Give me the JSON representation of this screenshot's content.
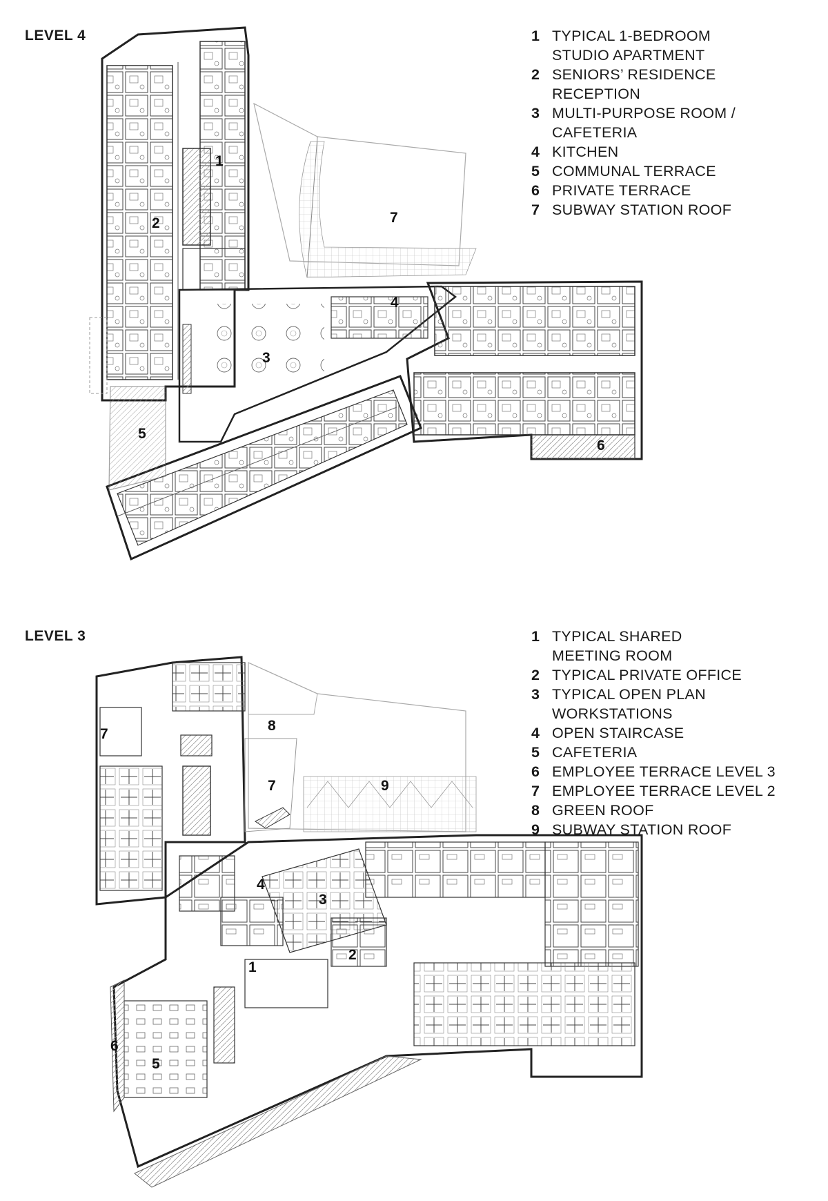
{
  "level4": {
    "title": "LEVEL 4",
    "legend": [
      {
        "num": "1",
        "text": "TYPICAL 1-BEDROOM\nSTUDIO APARTMENT"
      },
      {
        "num": "2",
        "text": "SENIORS’ RESIDENCE\nRECEPTION"
      },
      {
        "num": "3",
        "text": "MULTI-PURPOSE ROOM /\nCAFETERIA"
      },
      {
        "num": "4",
        "text": "KITCHEN"
      },
      {
        "num": "5",
        "text": "COMMUNAL TERRACE"
      },
      {
        "num": "6",
        "text": "PRIVATE TERRACE"
      },
      {
        "num": "7",
        "text": "SUBWAY STATION ROOF"
      }
    ],
    "plan_labels": [
      "1",
      "2",
      "3",
      "4",
      "5",
      "6",
      "7"
    ]
  },
  "level3": {
    "title": "LEVEL 3",
    "legend": [
      {
        "num": "1",
        "text": "TYPICAL SHARED\nMEETING ROOM"
      },
      {
        "num": "2",
        "text": "TYPICAL PRIVATE OFFICE"
      },
      {
        "num": "3",
        "text": "TYPICAL OPEN PLAN\nWORKSTATIONS"
      },
      {
        "num": "4",
        "text": "OPEN STAIRCASE"
      },
      {
        "num": "5",
        "text": "CAFETERIA"
      },
      {
        "num": "6",
        "text": "EMPLOYEE TERRACE LEVEL 3"
      },
      {
        "num": "7",
        "text": "EMPLOYEE TERRACE LEVEL 2"
      },
      {
        "num": "8",
        "text": "GREEN ROOF"
      },
      {
        "num": "9",
        "text": "SUBWAY STATION ROOF"
      }
    ],
    "plan_labels": [
      "1",
      "2",
      "3",
      "4",
      "5",
      "6",
      "7",
      "8",
      "9"
    ]
  },
  "colors": {
    "ink": "#1a1a1a",
    "line": "#555555",
    "light_line": "#aaaaaa",
    "background": "#ffffff"
  }
}
